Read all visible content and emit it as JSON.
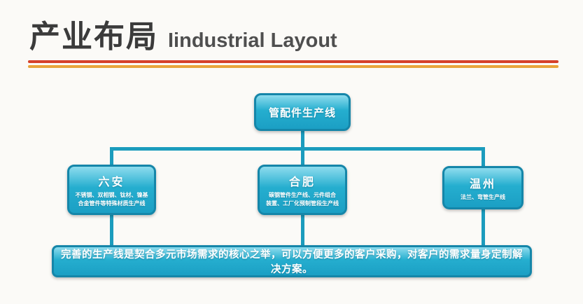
{
  "header": {
    "title_zh": "产业布局",
    "title_en": "Iindustrial Layout"
  },
  "diagram": {
    "root": {
      "label": "管配件生产线"
    },
    "nodes": [
      {
        "name": "六安",
        "desc": "不锈钢、双相钢、钛材、镍基\n合金管件等特殊材质生产线"
      },
      {
        "name": "合肥",
        "desc": "碳钢管件生产线、元件组合\n装置、工厂化预制管段生产线"
      },
      {
        "name": "温州",
        "desc": "法兰、弯管生产线"
      }
    ],
    "footer": "完善的生产线是契合多元市场需求的核心之举，可以方便更多的客户采购，对客户的需求量身定制解决方案。"
  },
  "colors": {
    "box-top": "#8edcee",
    "box-main": "#25aecf",
    "box-deep": "#1b9fc4",
    "box-border": "#1586a9",
    "connector": "#1b9cbd",
    "line-red": "#d5402a",
    "line-orange": "#e9a43b",
    "title-color": "#3b3b3b",
    "subtitle-color": "#4f4f4f",
    "bg": "#fbfaf7"
  }
}
